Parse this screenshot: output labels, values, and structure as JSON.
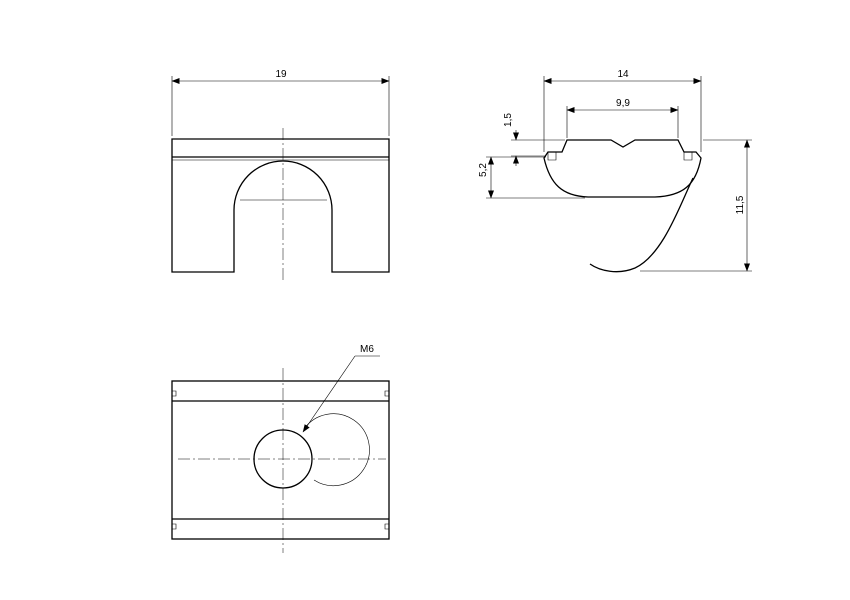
{
  "dimensions": {
    "front_width": "19",
    "side_width": "14",
    "side_inner_width": "9,9",
    "side_lip_height": "1,5",
    "side_body_height": "5,2",
    "side_total_height": "11,5",
    "thread_label": "M6"
  }
}
